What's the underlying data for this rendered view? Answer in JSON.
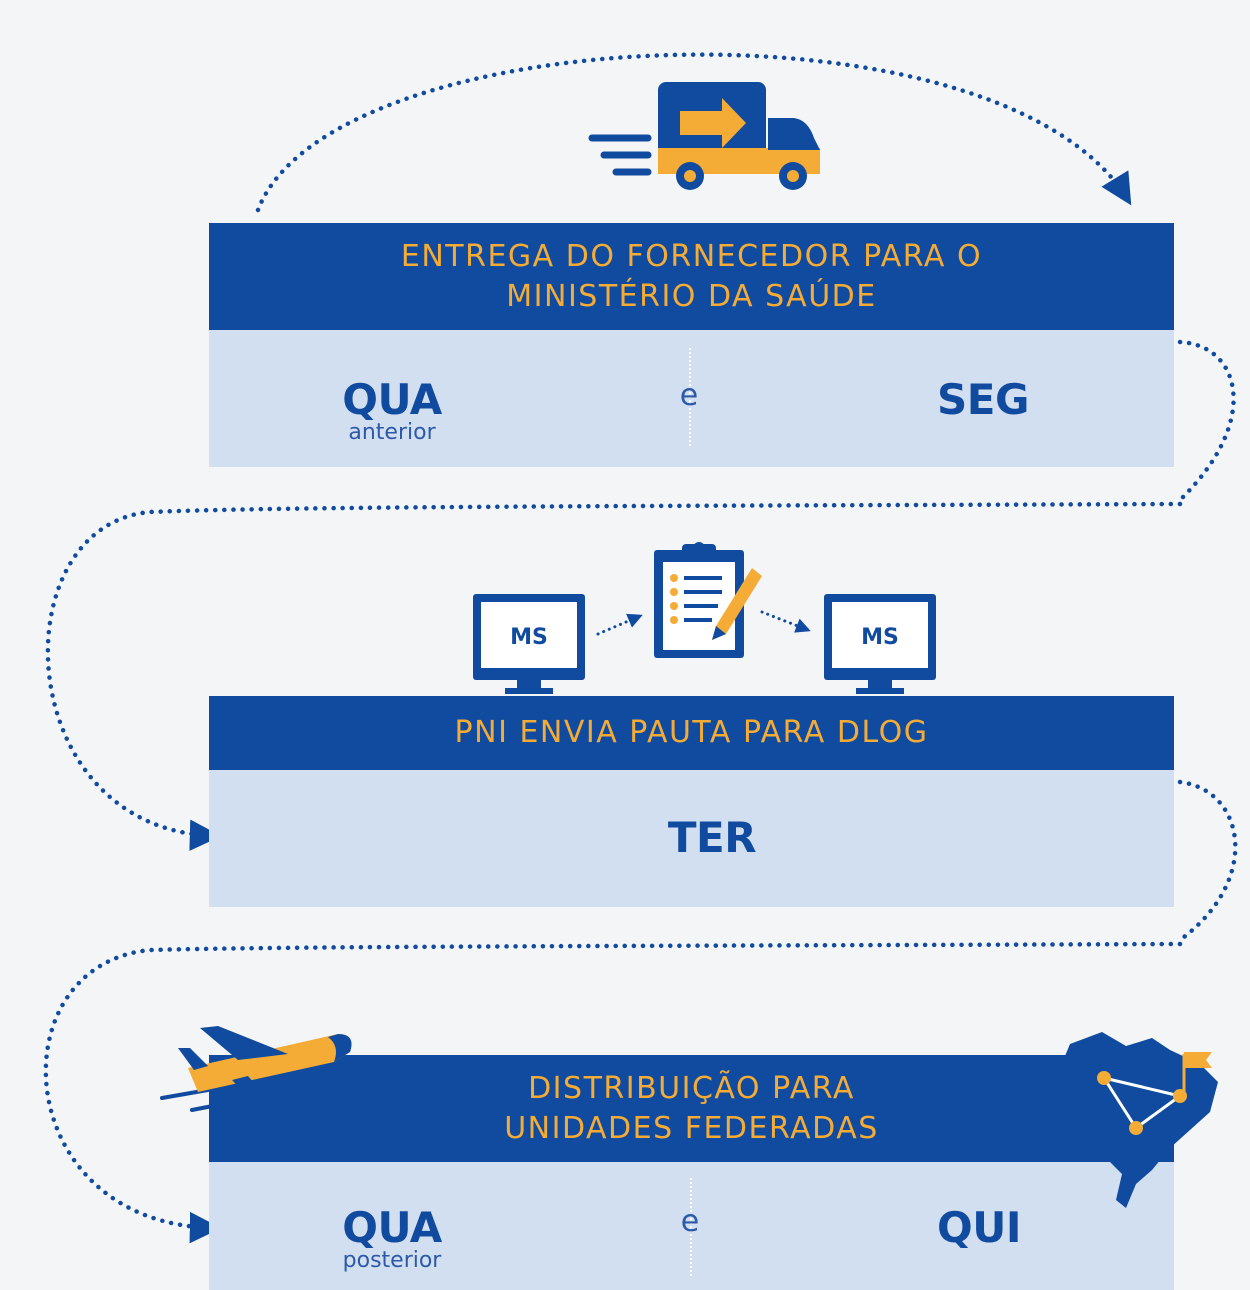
{
  "steps": [
    {
      "title_line1": "ENTREGA DO FORNECEDOR PARA O",
      "title_line2": "MINISTÉRIO DA SAÚDE",
      "left_day": "QUA",
      "left_sub": "anterior",
      "connector": "e",
      "right_day": "SEG"
    },
    {
      "title_line1": "PNI ENVIA PAUTA PARA DLOG",
      "day": "TER"
    },
    {
      "title_line1": "DISTRIBUIÇÃO PARA",
      "title_line2": "UNIDADES FEDERADAS",
      "left_day": "QUA",
      "left_sub": "posterior",
      "connector": "e",
      "right_day": "QUI"
    }
  ],
  "monitor_label": "MS",
  "icons": [
    "delivery-truck-icon",
    "computer-monitor-icon",
    "clipboard-checklist-icon",
    "airplane-icon",
    "brazil-map-icon"
  ],
  "colors": {
    "navy": "#114b9f",
    "orange": "#f4ac37",
    "light_blue": "#d2dff0",
    "background": "#f4f5f6"
  }
}
